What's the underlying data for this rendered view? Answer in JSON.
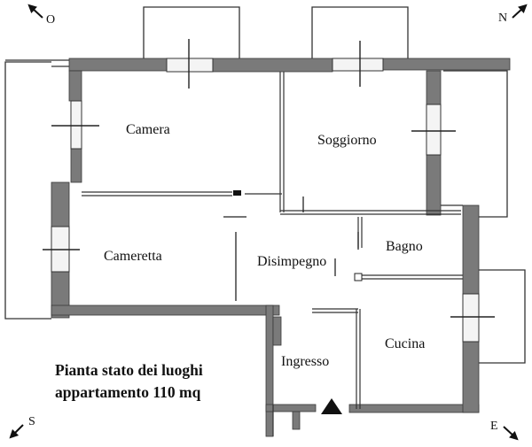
{
  "rooms": {
    "camera": "Camera",
    "soggiorno": "Soggiorno",
    "cameretta": "Cameretta",
    "disimpegno": "Disimpegno",
    "bagno": "Bagno",
    "ingresso": "Ingresso",
    "cucina": "Cucina"
  },
  "caption": {
    "line1": "Pianta stato dei luoghi",
    "line2": "appartamento 110 mq"
  },
  "compass": {
    "top_left": "O",
    "top_right": "N",
    "bottom_left": "S",
    "bottom_right": "E"
  },
  "colors": {
    "wall_fill": "#7a7a7a",
    "wall_stroke": "#3a3a3a",
    "line": "#222222"
  }
}
